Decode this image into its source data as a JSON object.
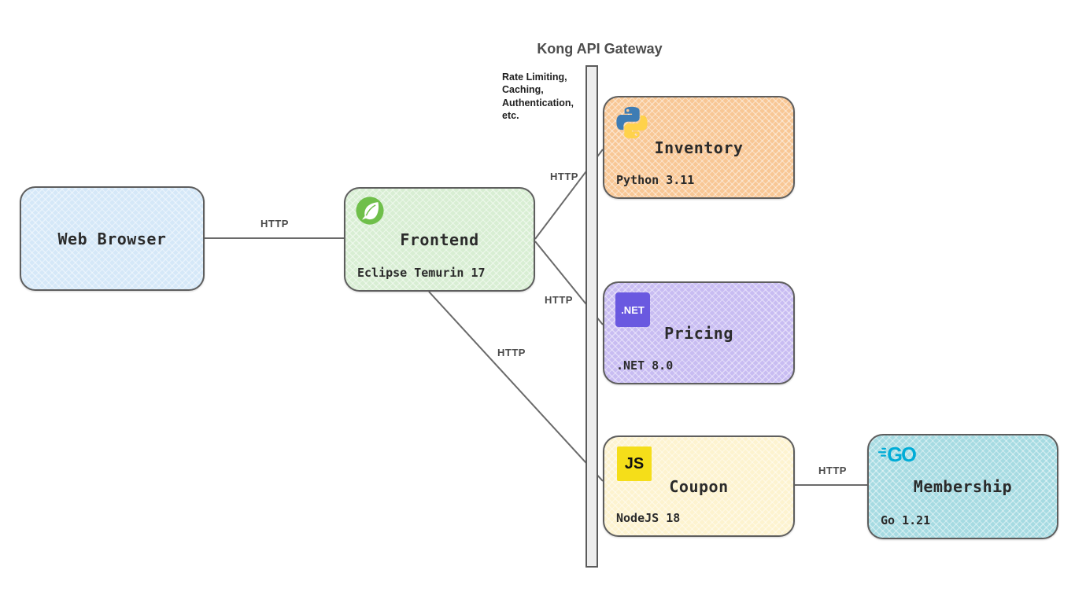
{
  "diagram": {
    "gateway": {
      "title": "Kong API Gateway",
      "annotation": "Rate Limiting,\nCaching,\nAuthentication,\netc."
    },
    "nodes": {
      "web_browser": {
        "label": "Web Browser"
      },
      "frontend": {
        "label": "Frontend",
        "runtime": "Eclipse Temurin 17",
        "icon": "spring-leaf-icon"
      },
      "inventory": {
        "label": "Inventory",
        "runtime": "Python 3.11",
        "icon": "python-icon"
      },
      "pricing": {
        "label": "Pricing",
        "runtime": ".NET 8.0",
        "icon": "dotnet-icon",
        "icon_text": ".NET"
      },
      "coupon": {
        "label": "Coupon",
        "runtime": "NodeJS 18",
        "icon": "javascript-icon",
        "icon_text": "JS"
      },
      "membership": {
        "label": "Membership",
        "runtime": "Go 1.21",
        "icon": "go-icon",
        "icon_text": "GO"
      }
    },
    "edges": [
      {
        "from": "web_browser",
        "to": "frontend",
        "label": "HTTP"
      },
      {
        "from": "frontend",
        "to": "inventory",
        "label": "HTTP"
      },
      {
        "from": "frontend",
        "to": "pricing",
        "label": "HTTP"
      },
      {
        "from": "frontend",
        "to": "coupon",
        "label": "HTTP"
      },
      {
        "from": "coupon",
        "to": "membership",
        "label": "HTTP"
      }
    ],
    "colors": {
      "web_browser_fill": "#d5e8f8",
      "frontend_fill": "#d8eed3",
      "inventory_fill": "#f8c795",
      "pricing_fill": "#c8bcf2",
      "coupon_fill": "#fdf3cf",
      "membership_fill": "#a6dbe2",
      "gateway_bar_fill": "#ededed",
      "edge": "#6a6a6a",
      "spring_green": "#6fbf4a",
      "python_blue": "#3e7cb4",
      "python_yellow": "#ffd24a",
      "dotnet_purple": "#6a59e0",
      "js_yellow": "#f5de19",
      "go_cyan": "#00acd7"
    }
  }
}
